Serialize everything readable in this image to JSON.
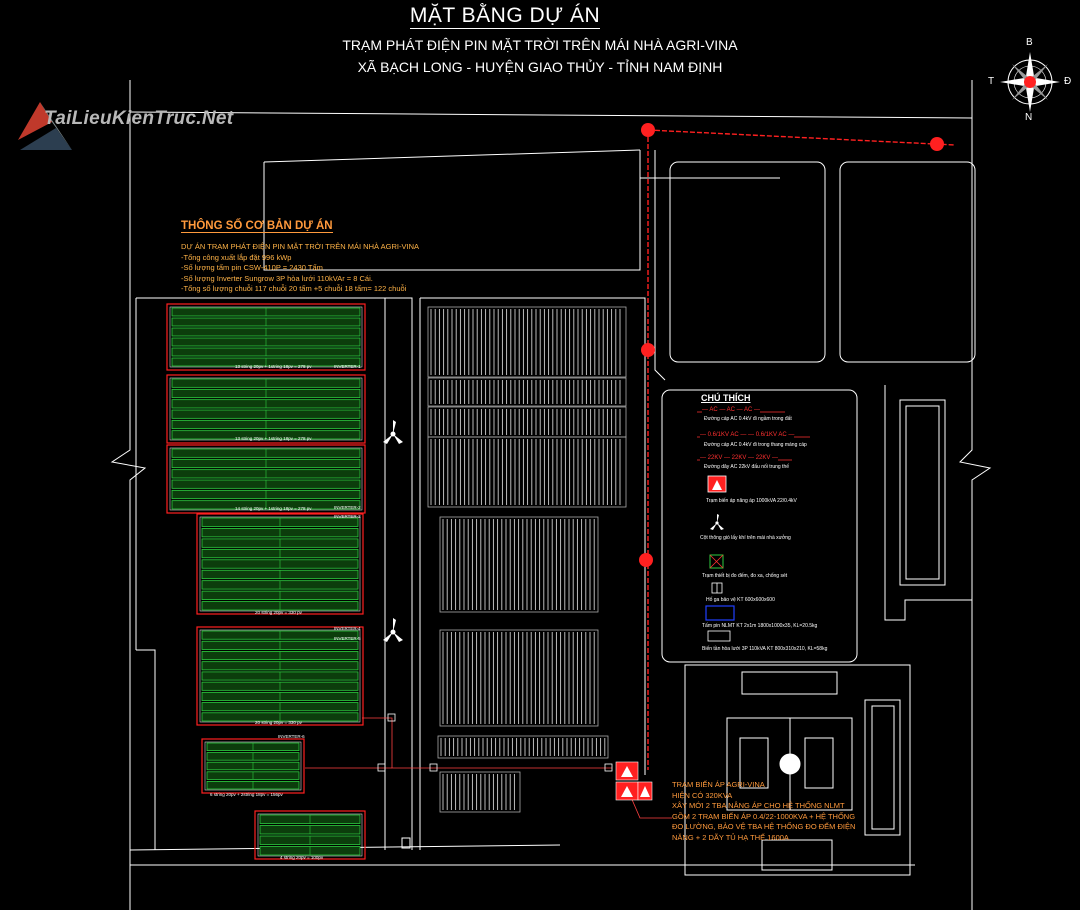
{
  "title": {
    "main": "MẶT BẰNG DỰ ÁN",
    "line1": "TRẠM PHÁT ĐIỆN PIN MẶT TRỜI TRÊN MÁI NHÀ AGRI-VINA",
    "line2": "XÃ BẠCH LONG - HUYỆN GIAO THỦY - TỈNH NAM ĐỊNH"
  },
  "watermark": "TaiLieuKienTruc.Net",
  "compass": {
    "north_top": "B",
    "south": "N",
    "west": "T",
    "east": "Đ"
  },
  "project_params": {
    "heading": "THÔNG SỐ CƠ BẢN DỰ ÁN",
    "lines": [
      "DỰ ÁN TRẠM PHÁT ĐIỆN PIN MẶT TRỜI TRÊN MÁI NHÀ AGRI-VINA",
      "-Tổng công xuất lắp đặt 996 kWp",
      "-Số lượng tấm pin CSW-410P = 2430 Tấm",
      "-Số lượng Inverter Sungrow 3P hòa lưới 110kVAr = 8 Cái.",
      "-Tổng số lượng chuỗi 117 chuỗi 20 tấm +5 chuỗi 18 tấm= 122 chuỗi"
    ]
  },
  "legend": {
    "heading": "CHÚ THÍCH",
    "items": [
      {
        "symbol": "— AC — AC — AC —",
        "desc": "Đường cáp AC 0.4kV đi ngầm trong đất"
      },
      {
        "symbol": "— 0.6/1KV AC —  — 0.6/1KV AC —",
        "desc": "Đường cáp AC 0.4kV đi trong thang máng cáp"
      },
      {
        "symbol": "— 22KV — 22KV — 22KV —",
        "desc": "Đường dây AC 22kV đấu nối trung thế"
      },
      {
        "symbol": "",
        "desc": "Trạm biến áp nâng áp 1000kVA 22/0.4kV"
      },
      {
        "symbol": "",
        "desc": "Cột thông gió lấy khí trên mái nhà xưởng"
      },
      {
        "symbol": "",
        "desc": "Trạm thiết bị đo đếm, đo xa, chống sét"
      },
      {
        "symbol": "",
        "desc": "Hố ga bảo vệ KT 600x600x600"
      },
      {
        "symbol": "",
        "desc": "Tấm pin NLMT KT 2x1m 1800x1000x35, KL=20.5kg"
      },
      {
        "symbol": "",
        "desc": "Biến tần hòa lưới 3P 110kVA KT 800x310x210, KL=58kg"
      }
    ]
  },
  "notes": [
    "TRẠM BIẾN ÁP AGRI-VINA",
    "HIỆN CÓ 320KVA",
    "XÂY MỚI 2 TBA NÂNG ÁP CHO HỆ THỐNG NLMT",
    "GỒM 2 TRẠM BIẾN ÁP 0.4/22-1000KVA + HỆ THỐNG",
    "ĐO LƯỜNG, BẢO VỆ TBA HỆ THỐNG ĐO ĐẾM ĐIỆN",
    "NĂNG + 2 DÃY TỦ HẠ THẾ 1600A"
  ],
  "block_captions": [
    "13 string 20pv + 1string 18pv = 278 pv",
    "13 string 20pv + 1string 18pv = 278 pv",
    "14 string 20pv + 1string 18pv = 278 pv",
    "20 string 20pv = 330 pv",
    "20 string 20pv = 330 pv",
    "6 string 20pv + 2string 18pv = 156pv",
    "4 string 20pv = 100pv"
  ],
  "inverters": [
    "INVERTER-1",
    "INVERTER-2",
    "INVERTER-3",
    "INVERTER-4",
    "INVERTER-5",
    "INVERTER-6"
  ],
  "colors": {
    "accent_orange": "#ff9a3c",
    "cable_red": "#ff2020",
    "panel_green": "#2ecc40",
    "outline_white": "#ffffff"
  }
}
